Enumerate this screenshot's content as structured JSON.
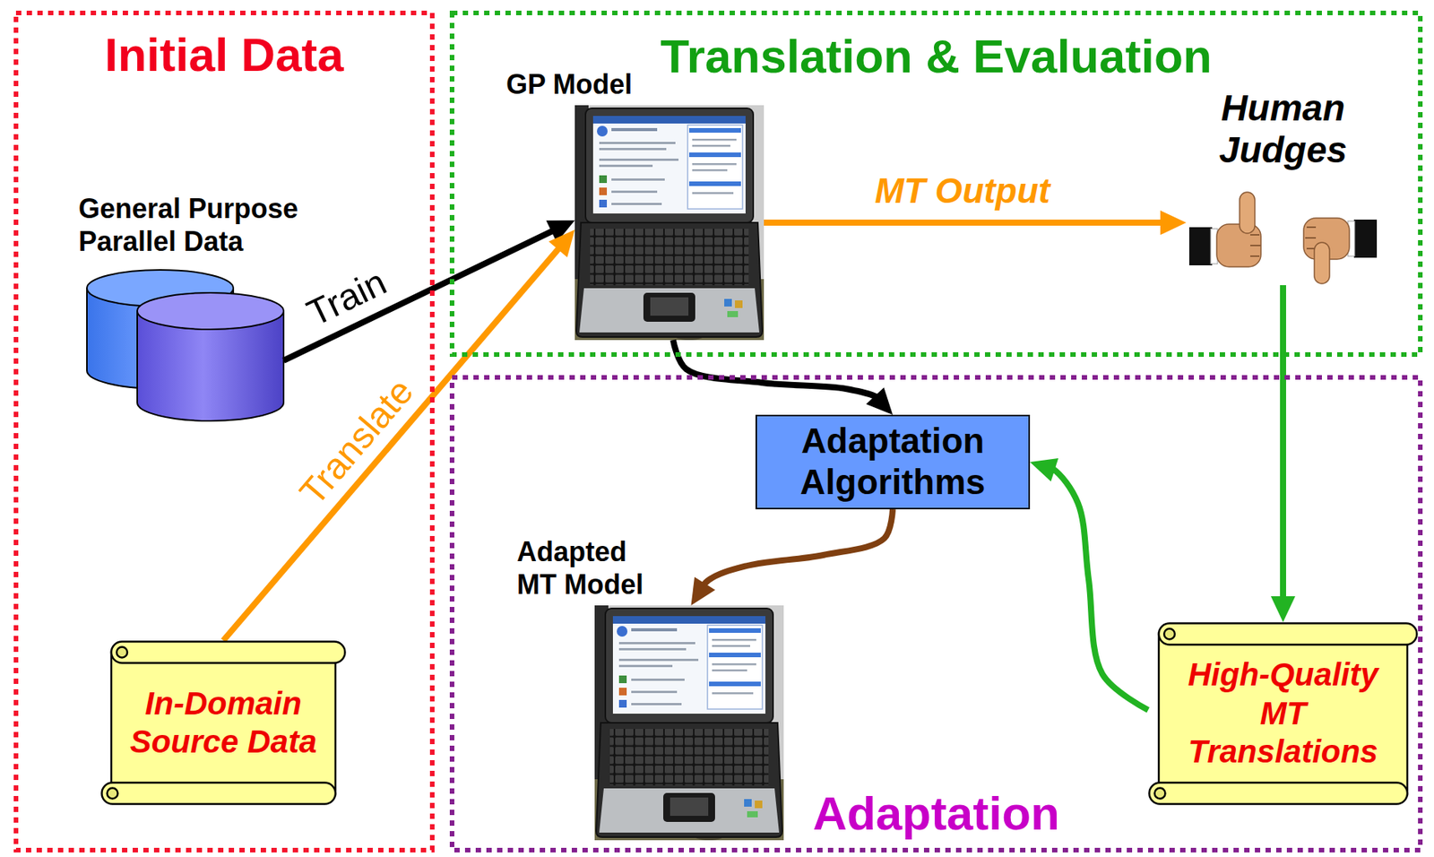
{
  "diagram": {
    "nodes": [
      {
        "text": [
          "Initial Data"
        ]
      },
      {
        "text": [
          "General Purpose Parallel Data"
        ],
        "in": 0
      },
      {
        "text": [
          "In-Domain Source Data"
        ],
        "in": 0
      },
      {
        "text": [
          "Translation & Evaluation"
        ]
      },
      {
        "text": [
          "GP Model"
        ],
        "in": 3
      },
      {
        "text": [
          "Human Judges"
        ],
        "in": 3
      },
      {
        "text": [
          "Adaptation"
        ]
      },
      {
        "text": [
          "Adaptation Algorithms"
        ],
        "in": 6
      },
      {
        "text": [
          "Adapted MT Model"
        ],
        "in": 6
      },
      {
        "text": [
          "High-Quality MT Translations"
        ],
        "in": 6
      }
    ],
    "edges": [
      {
        "from": 1,
        "to": 4,
        "label": "Train",
        "arrow": "to"
      },
      {
        "from": 2,
        "to": 4,
        "label": "Translate",
        "arrow": "to"
      },
      {
        "from": 4,
        "to": 5,
        "label": "MT Output",
        "arrow": "to"
      },
      {
        "from": 4,
        "to": 7,
        "arrow": "to"
      },
      {
        "from": 5,
        "to": 9,
        "arrow": "to"
      },
      {
        "from": 9,
        "to": 7,
        "arrow": "to"
      },
      {
        "from": 7,
        "to": 8,
        "arrow": "to"
      }
    ]
  }
}
